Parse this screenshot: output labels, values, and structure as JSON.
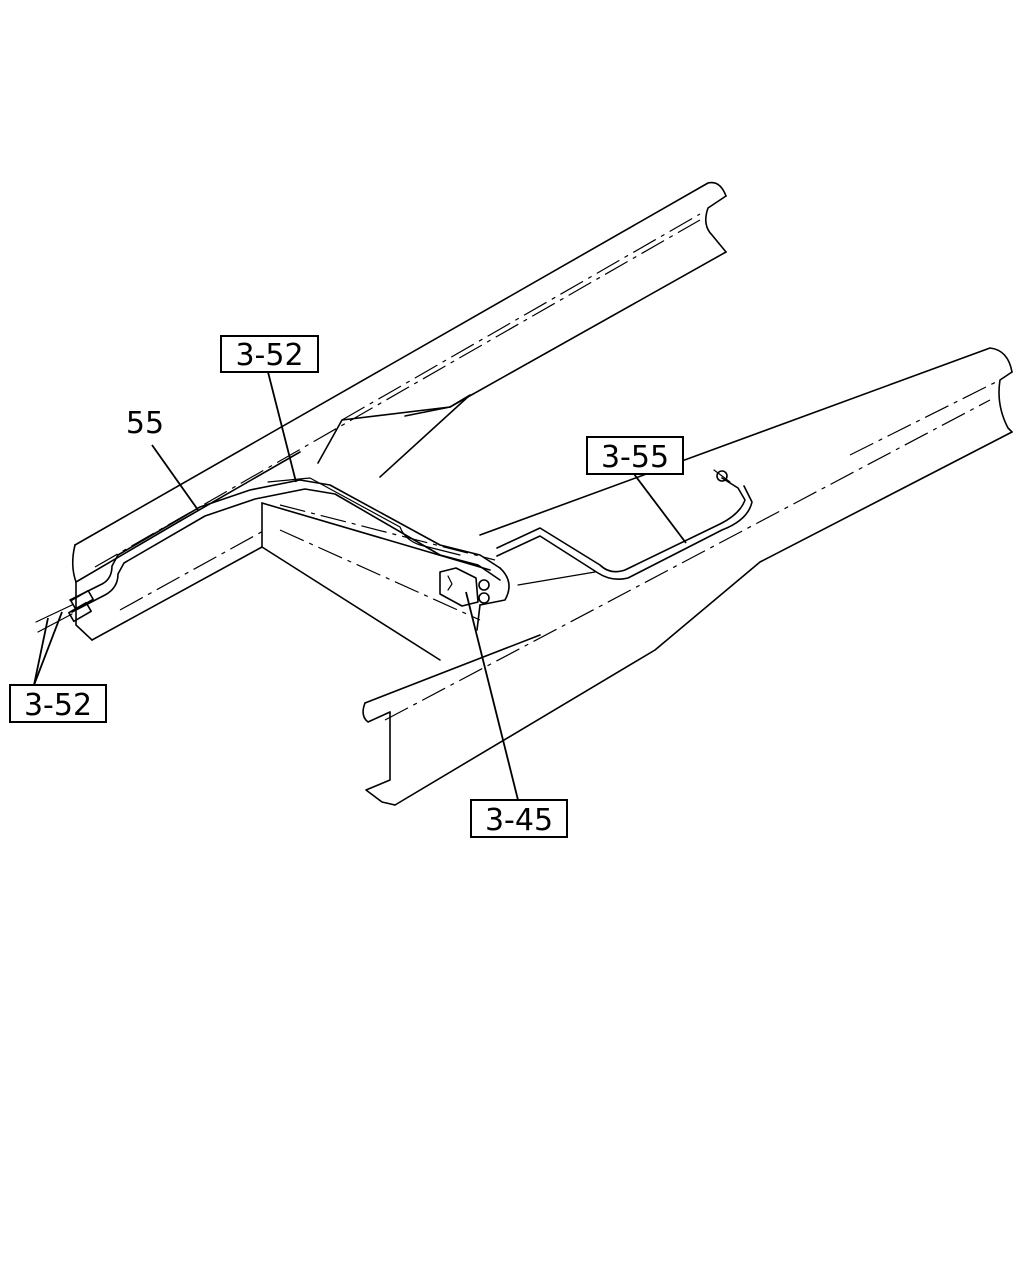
{
  "diagram": {
    "line_color": "#000000",
    "background": "#ffffff",
    "callouts": {
      "ref_3_52_top": "3-52",
      "ref_3_52_left": "3-52",
      "ref_3_55": "3-55",
      "ref_3_45": "3-45",
      "part_55": "55"
    }
  }
}
